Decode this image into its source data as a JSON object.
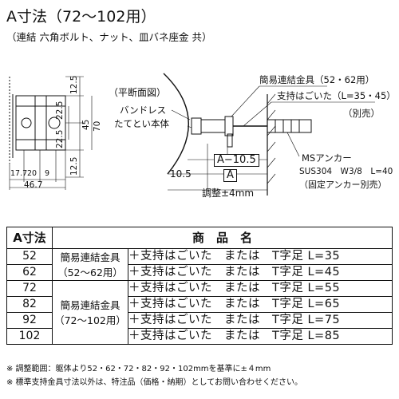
{
  "header": {
    "title": "A寸法（72～102用）",
    "subtitle": "（連結 六角ボルト、ナット、皿バネ座金 共）"
  },
  "left_view": {
    "dims_right": [
      "12.5",
      "22.5",
      "22.5",
      "12.5"
    ],
    "dim_45": "45",
    "dim_70": "70",
    "bottom_row": [
      "17.7",
      "20",
      "9"
    ],
    "bottom_total": "46.7"
  },
  "right_view": {
    "section_label": "（平断面図）",
    "band_label_1": "バンドレス",
    "band_label_2": "たてとい本体",
    "fitting_label": "簡易連結金具（52・62用）",
    "support_label": "支持はごいた（L=35・45）",
    "sold_separately": "（別売）",
    "anchor_label": "MSアンカー",
    "anchor_spec": "SUS304　W3/8　L=40",
    "anchor_note": "（固定アンカー別売）",
    "dim_a_minus": "A−10.5",
    "dim_105": "10.5",
    "dim_a": "A",
    "adjust": "調整±4mm"
  },
  "table": {
    "col_a": "A寸法",
    "col_product": "商　品　名",
    "group_1": [
      "簡易連結金具",
      "（52～62用）"
    ],
    "group_2": [
      "簡易連結金具",
      "（72～102用）"
    ],
    "rows": [
      {
        "a": "52",
        "part": "＋支持はごいた　または　T字足 L=35"
      },
      {
        "a": "62",
        "part": "＋支持はごいた　または　T字足 L=45"
      },
      {
        "a": "72",
        "part": "＋支持はごいた　または　T字足 L=55"
      },
      {
        "a": "82",
        "part": "＋支持はごいた　または　T字足 L=65"
      },
      {
        "a": "92",
        "part": "＋支持はごいた　または　T字足 L=75"
      },
      {
        "a": "102",
        "part": "＋支持はごいた　または　T字足 L=85"
      }
    ]
  },
  "notes": [
    "※ 調整範囲：躯体より52・62・72・82・92・102mmを基準に±４mm",
    "※ 標準支持金具寸法以外は、特注品（価格・納期）としてお問い合わせください。"
  ]
}
